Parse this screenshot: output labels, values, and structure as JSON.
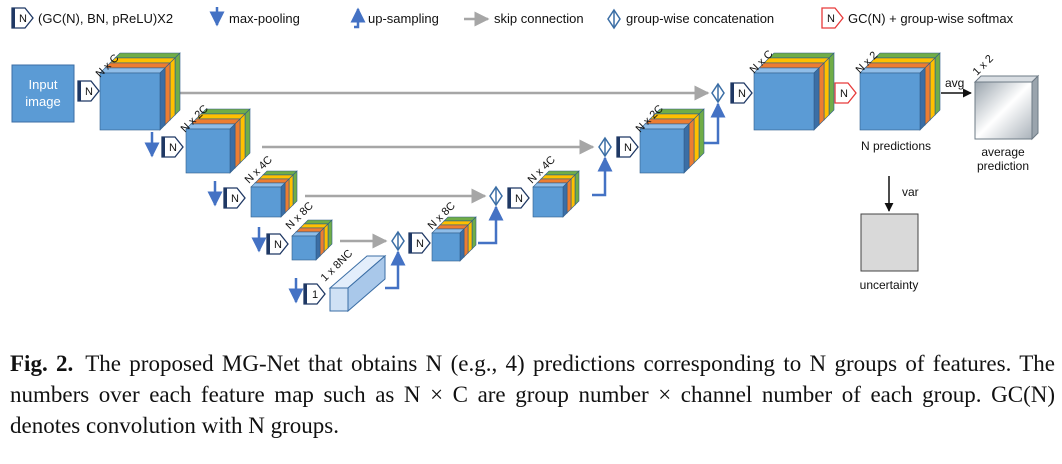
{
  "colors": {
    "block_front": "#5b9bd5",
    "block_top": "#8fbde8",
    "block_side": "#3b6ea5",
    "stripe_orange": "#ed7d31",
    "stripe_yellow": "#ffc000",
    "stripe_green": "#70ad47",
    "stripe_gold": "#d8a800",
    "arrow_blue": "#4472c4",
    "skip_gray": "#a6a6a6",
    "softmax_red": "#e83a3a",
    "input_box": "#5b9bd5"
  },
  "legend": {
    "conv_icon_label": "N",
    "conv_text": "(GC(N), BN, pReLU)X2",
    "maxpool_text": "max-pooling",
    "upsample_text": "up-sampling",
    "skip_text": "skip connection",
    "concat_text": "group-wise concatenation",
    "softmax_icon_label": "N",
    "softmax_text": "GC(N) + group-wise softmax"
  },
  "diagram": {
    "input_line1": "Input",
    "input_line2": "image",
    "conv_n": "N",
    "conv_one": "1",
    "enc1_label": "N x C",
    "enc2_label": "N x 2C",
    "enc3_label": "N x 4C",
    "enc4_label": "N x 8C",
    "bottleneck_label": "1 x 8NC",
    "dec4_label": "N x 8C",
    "dec3_label": "N x 4C",
    "dec2_label": "N x 2C",
    "dec1_label": "N x C",
    "pred_label": "N x 2",
    "avg_box_label": "1 x 2",
    "avg_text": "avg",
    "var_text": "var",
    "n_predictions": "N predictions",
    "average_line1": "average",
    "average_line2": "prediction",
    "uncertainty": "uncertainty"
  },
  "caption": {
    "fig_label": "Fig. 2.",
    "text": "The proposed MG-Net that obtains N (e.g., 4) predictions corresponding to N groups of features. The numbers over each feature map such as N × C are group number × channel number of each group. GC(N) denotes convolution with N groups."
  }
}
